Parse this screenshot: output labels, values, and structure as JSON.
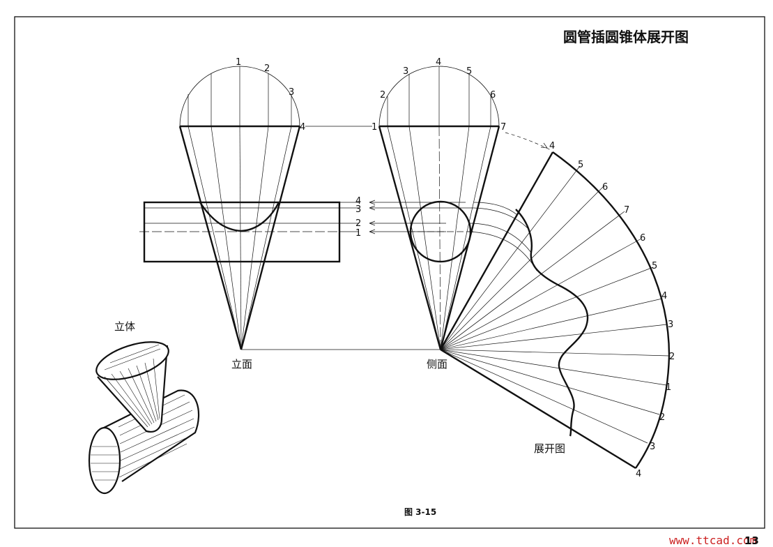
{
  "title": "圆管插圆锥体展开图",
  "view_labels": {
    "front": "立面",
    "side": "侧面",
    "solid": "立体",
    "development": "展开图"
  },
  "caption": "图 3-15",
  "front_arc_labels": [
    "1",
    "2",
    "3",
    "4"
  ],
  "side_arc_labels": [
    "1",
    "2",
    "3",
    "4",
    "5",
    "6",
    "7"
  ],
  "side_arc_top_labels": [
    "2",
    "3",
    "4",
    "5",
    "6"
  ],
  "side_ends": [
    "1",
    "7"
  ],
  "tube_level_labels": [
    "4",
    "3",
    "2",
    "1"
  ],
  "fan_labels": [
    "4",
    "5",
    "6",
    "7",
    "6",
    "5",
    "4",
    "3",
    "2",
    "1",
    "2",
    "3",
    "4"
  ],
  "watermark": "www.ttcad.com",
  "page_number": "13"
}
